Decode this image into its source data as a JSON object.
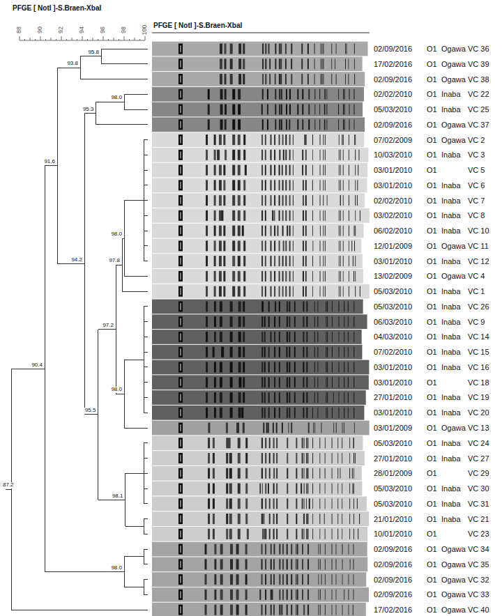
{
  "diagram": {
    "title": "PFGE [ NotI ]-S.Braen-XbaI",
    "labels": [
      "PFGE [ NotI ]-S.Braen-XbaI",
      "88",
      "90",
      "92",
      "94",
      "96",
      "98",
      "100",
      "95.8",
      "93.8",
      "98.0",
      "95.3",
      "91.6",
      "98.0",
      "97.8",
      "97.2",
      "94.2",
      "98.0",
      "95.5",
      "98.1",
      "90.4",
      "98.0",
      "87.2",
      "02/09/2016",
      "O1",
      "Ogawa",
      "VC 36",
      "17/02/2016",
      "O1",
      "Ogawa",
      "VC 39",
      "02/09/2016",
      "O1",
      "Ogawa",
      "VC 38",
      "02/02/2010",
      "O1",
      "Inaba",
      "VC 22",
      "05/03/2010",
      "O1",
      "Inaba",
      "VC 25",
      "02/09/2016",
      "O1",
      "Ogawa",
      "VC 37",
      "07/02/2009",
      "O1",
      "Ogawa",
      "VC 2",
      "10/03/2010",
      "O1",
      "Inaba",
      "VC 3",
      "03/01/2010",
      "O1",
      "VC 5",
      "03/01/2010",
      "O1",
      "Inaba",
      "VC 6",
      "02/02/2010",
      "O1",
      "Inaba",
      "VC 7",
      "03/02/2010",
      "O1",
      "Inaba",
      "VC 8",
      "06/02/2010",
      "O1",
      "Inaba",
      "VC 10",
      "12/01/2009",
      "O1",
      "Ogawa",
      "VC 11",
      "03/01/2010",
      "O1",
      "Inaba",
      "VC 12",
      "13/02/2009",
      "O1",
      "Ogawa",
      "VC 4",
      "05/03/2010",
      "O1",
      "Inaba",
      "VC 1",
      "05/03/2010",
      "O1",
      "Inaba",
      "VC 26",
      "06/03/2010",
      "O1",
      "Inaba",
      "VC 9",
      "04/03/2010",
      "O1",
      "Inaba",
      "VC 14",
      "07/02/2010",
      "O1",
      "Inaba",
      "VC 15",
      "03/01/2010",
      "O1",
      "Inaba",
      "VC 16",
      "03/01/2010",
      "O1",
      "VC 18",
      "27/01/2010",
      "O1",
      "Inaba",
      "VC 19",
      "03/01/2010",
      "O1",
      "Inaba",
      "VC 20",
      "03/01/2009",
      "O1",
      "Ogawa",
      "VC 13",
      "05/03/2010",
      "O1",
      "Inaba",
      "VC 24",
      "27/01/2010",
      "O1",
      "Inaba",
      "VC 27",
      "28/01/2009",
      "O1",
      "VC 29",
      "05/03/2010",
      "O1",
      "Inaba",
      "VC 30",
      "05/03/2010",
      "O1",
      "Inaba",
      "VC 31",
      "21/01/2010",
      "O1",
      "Inaba",
      "VC 21",
      "10/01/2010",
      "O1",
      "VC 23",
      "02/09/2016",
      "O1",
      "Ogawa",
      "VC 34",
      "02/09/2016",
      "O1",
      "Ogawa",
      "VC 35",
      "02/09/2016",
      "O1",
      "Ogawa",
      "VC 32",
      "02/09/2016",
      "O1",
      "Ogawa",
      "VC 33",
      "17/02/2016",
      "O1",
      "Ogawa",
      "VC 40"
    ]
  }
}
